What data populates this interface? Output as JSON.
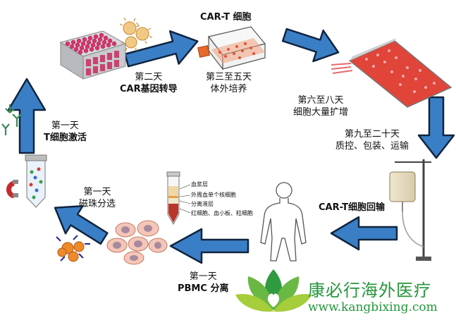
{
  "steps": {
    "activation": {
      "day": "第一天",
      "name": "T细胞激活"
    },
    "transduction": {
      "day": "第二天",
      "name": "CAR基因转导"
    },
    "culture": {
      "day": "第三至五天",
      "name": "体外培养"
    },
    "cart_cells": {
      "name": "CAR-T 细胞"
    },
    "expansion": {
      "day": "第六至八天",
      "name": "细胞大量扩增"
    },
    "qc": {
      "day": "第九至二十天",
      "name": "质控、包装、运输"
    },
    "reinfusion": {
      "name": "CAR-T细胞回输"
    },
    "pbmc": {
      "day": "第一天",
      "name": "PBMC 分离"
    },
    "magnetic": {
      "day": "第一天",
      "name": "磁珠分选"
    }
  },
  "tube_layers": {
    "plasma": "血浆层",
    "pbmc": "外周血单个核细胞",
    "separation": "分离液层",
    "rbc": "红细胞、血小板、粒细胞"
  },
  "brand": {
    "name_cn": "康必行海外医疗",
    "url": "www.kangbixing.com"
  },
  "colors": {
    "arrow_fill": "#3a7fc6",
    "arrow_stroke": "#10243f",
    "brand_green": "#23963a"
  }
}
